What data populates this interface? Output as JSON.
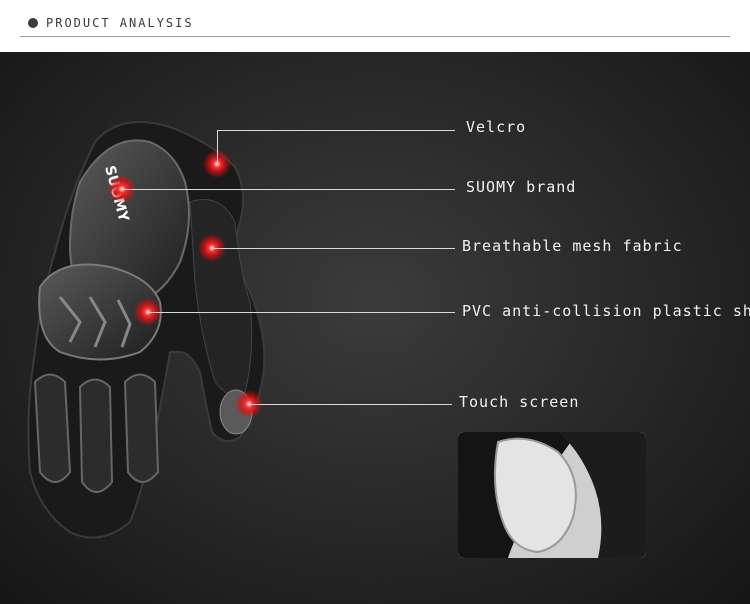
{
  "header": {
    "title": "PRODUCT ANALYSIS"
  },
  "features": [
    {
      "label": "Velcro"
    },
    {
      "label": "SUOMY brand"
    },
    {
      "label": "Breathable mesh fabric"
    },
    {
      "label": "PVC anti-collision plastic shell"
    },
    {
      "label": "Touch screen"
    }
  ],
  "brand_mark": "SUOMY",
  "colors": {
    "background_dark": "#2a2a2a",
    "marker_red": "#ff2a2a",
    "leader_line": "#d9d9d9"
  }
}
